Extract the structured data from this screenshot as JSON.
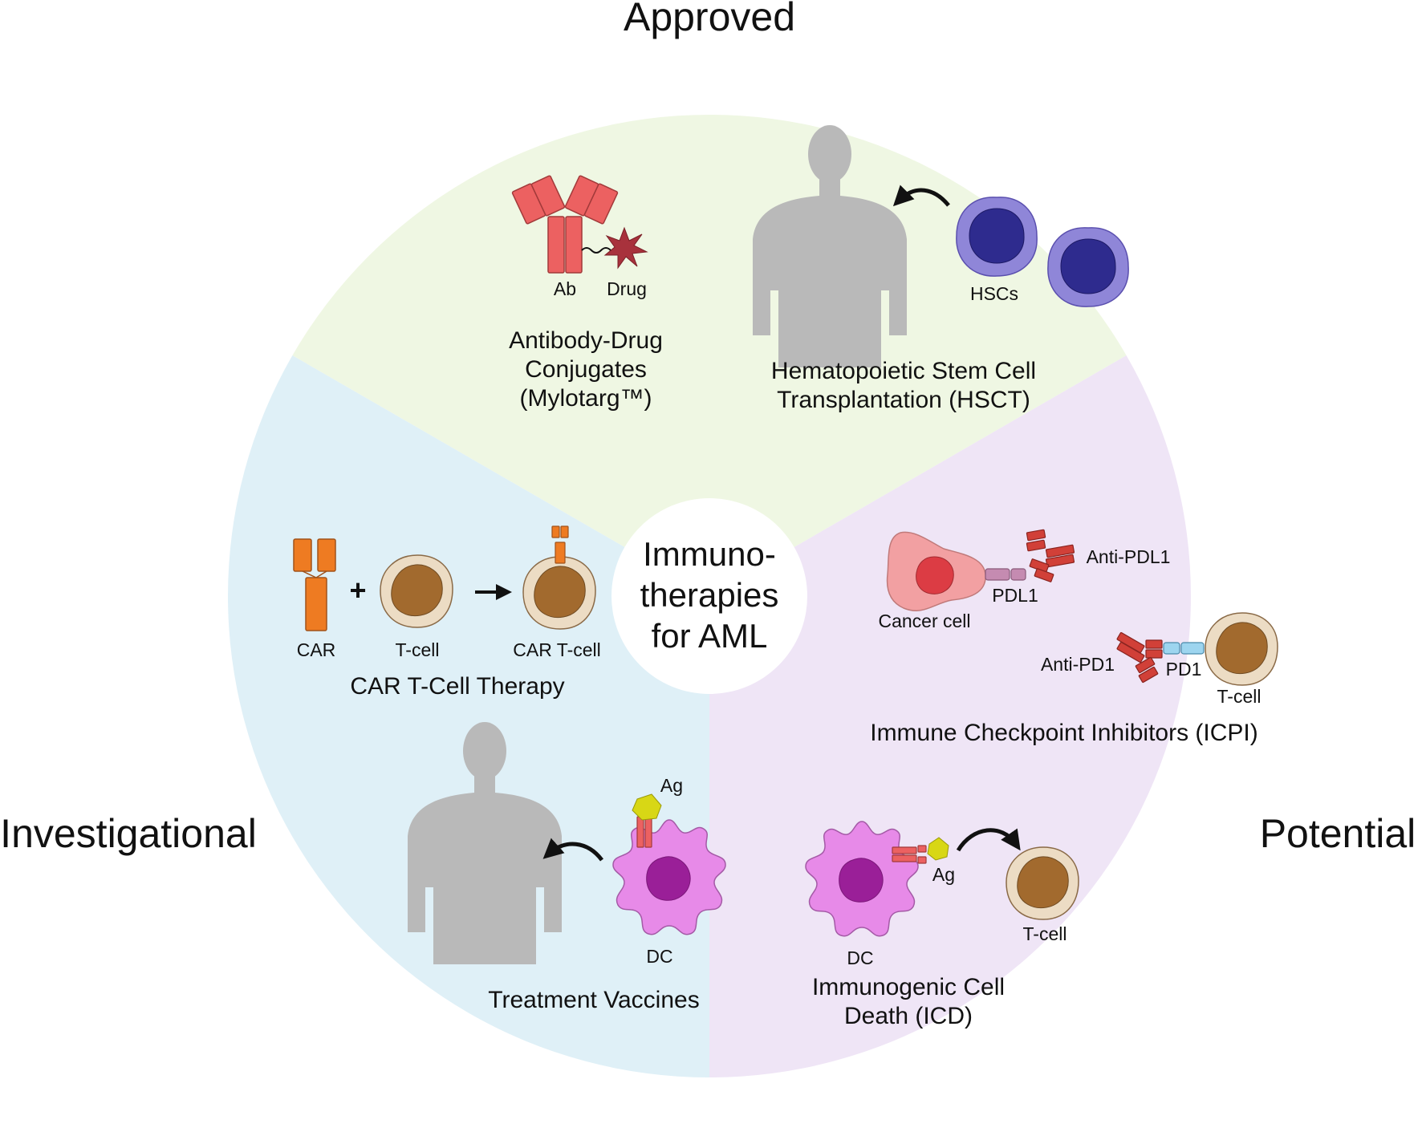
{
  "categories": {
    "approved": "Approved",
    "investigational": "Investigational",
    "potential": "Potential"
  },
  "center": {
    "line1": "Immuno-",
    "line2": "therapies",
    "line3": "for AML"
  },
  "adc": {
    "ab_label": "Ab",
    "drug_label": "Drug",
    "title_line1": "Antibody-Drug",
    "title_line2": "Conjugates",
    "title_line3": "(Mylotarg™)"
  },
  "hsct": {
    "cells_label": "HSCs",
    "title_line1": "Hematopoietic Stem Cell",
    "title_line2": "Transplantation (HSCT)"
  },
  "car_t": {
    "car_label": "CAR",
    "tcell_label": "T-cell",
    "cart_label": "CAR T-cell",
    "plus": "+",
    "title": "CAR T-Cell Therapy"
  },
  "vaccines": {
    "ag_label": "Ag",
    "dc_label": "DC",
    "title": "Treatment Vaccines"
  },
  "icpi": {
    "anti_pdl1_label": "Anti-PDL1",
    "pdl1_label": "PDL1",
    "cancer_label": "Cancer cell",
    "anti_pd1_label": "Anti-PD1",
    "pd1_label": "PD1",
    "tcell_label": "T-cell",
    "title": "Immune Checkpoint Inhibitors (ICPI)"
  },
  "icd": {
    "dc_label": "DC",
    "ag_label": "Ag",
    "tcell_label": "T-cell",
    "title_line1": "Immunogenic Cell",
    "title_line2": "Death (ICD)"
  },
  "colors": {
    "approved_bg": "#eff7e3",
    "investigational_bg": "#dff0f7",
    "potential_bg": "#efe5f6",
    "antibody": "#ec6161",
    "drug": "#a8323c",
    "hsc_outer": "#8f86d8",
    "hsc_nucleus": "#2e2b8e",
    "car": "#ee7b22",
    "tcell_outer": "#ecdcc4",
    "tcell_nucleus": "#a26a2e",
    "dc": "#e78ae8",
    "dc_nucleus": "#9a1f98",
    "antigen": "#d8d715",
    "cancer": "#f2a0a2",
    "cancer_nucleus": "#dc3c44",
    "pdl1": "#c58bb1",
    "pd1": "#9dd5ef",
    "inhibitor": "#d14038",
    "silhouette": "#b9b9b9"
  }
}
